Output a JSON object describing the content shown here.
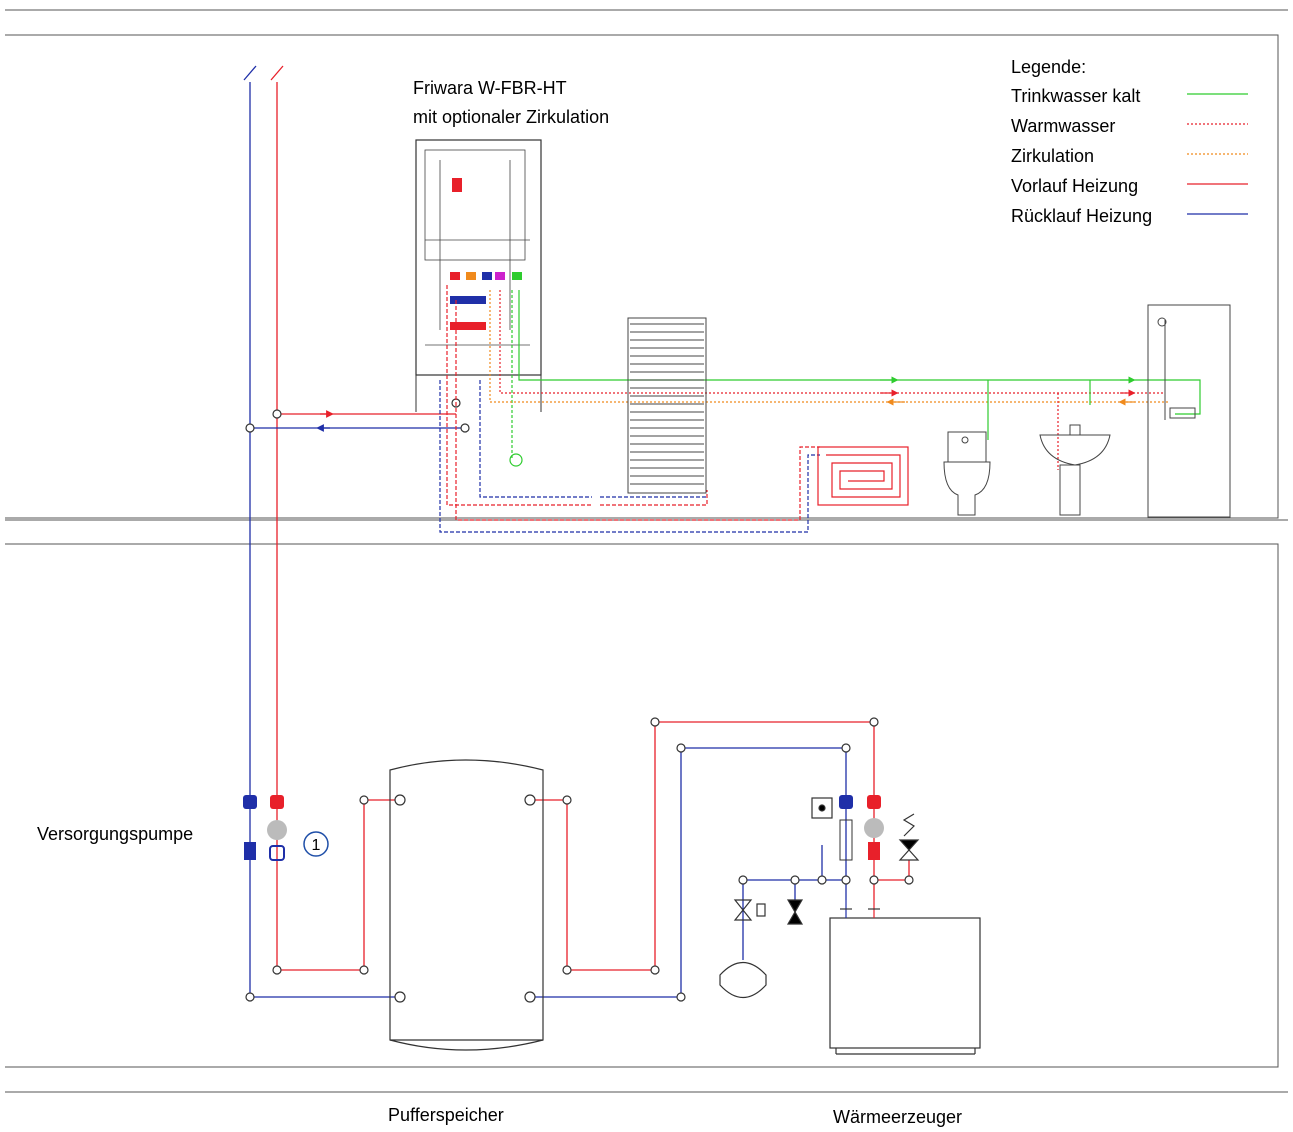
{
  "device": {
    "title_line1": "Friwara W-FBR-HT",
    "title_line2": "mit optionaler Zirkulation"
  },
  "legend": {
    "title": "Legende:",
    "items": [
      {
        "label": "Trinkwasser kalt",
        "color": "#2ecc2e",
        "style": "solid"
      },
      {
        "label": "Warmwasser",
        "color": "#e8202a",
        "style": "dotted"
      },
      {
        "label": "Zirkulation",
        "color": "#f08a1c",
        "style": "dotted"
      },
      {
        "label": "Vorlauf Heizung",
        "color": "#e8202a",
        "style": "solid"
      },
      {
        "label": "Rücklauf Heizung",
        "color": "#1f2fa8",
        "style": "solid"
      }
    ]
  },
  "labels": {
    "pump": "Versorgungspumpe",
    "pump_marker": "1",
    "buffer": "Pufferspeicher",
    "generator": "Wärmeerzeuger"
  },
  "colors": {
    "flow": "#e8202a",
    "return": "#1f2fa8",
    "cold": "#2ecc2e",
    "circulation": "#f08a1c",
    "frame": "#555555"
  }
}
